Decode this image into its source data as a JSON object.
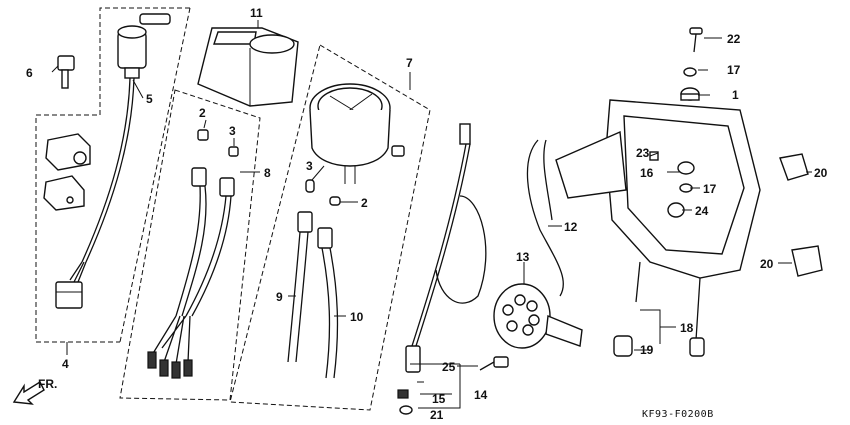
{
  "diagram": {
    "callouts": {
      "c1": "1",
      "c2a": "2",
      "c2b": "2",
      "c3a": "3",
      "c3b": "3",
      "c4": "4",
      "c5": "5",
      "c6": "6",
      "c7": "7",
      "c8": "8",
      "c9": "9",
      "c10": "10",
      "c11": "11",
      "c12": "12",
      "c13": "13",
      "c14": "14",
      "c15": "15",
      "c16": "16",
      "c17a": "17",
      "c17b": "17",
      "c18": "18",
      "c19": "19",
      "c20a": "20",
      "c20b": "20",
      "c21": "21",
      "c22": "22",
      "c23": "23",
      "c24": "24",
      "c25": "25"
    },
    "direction_label": "FR.",
    "figure_code": "KF93-F0200B"
  }
}
